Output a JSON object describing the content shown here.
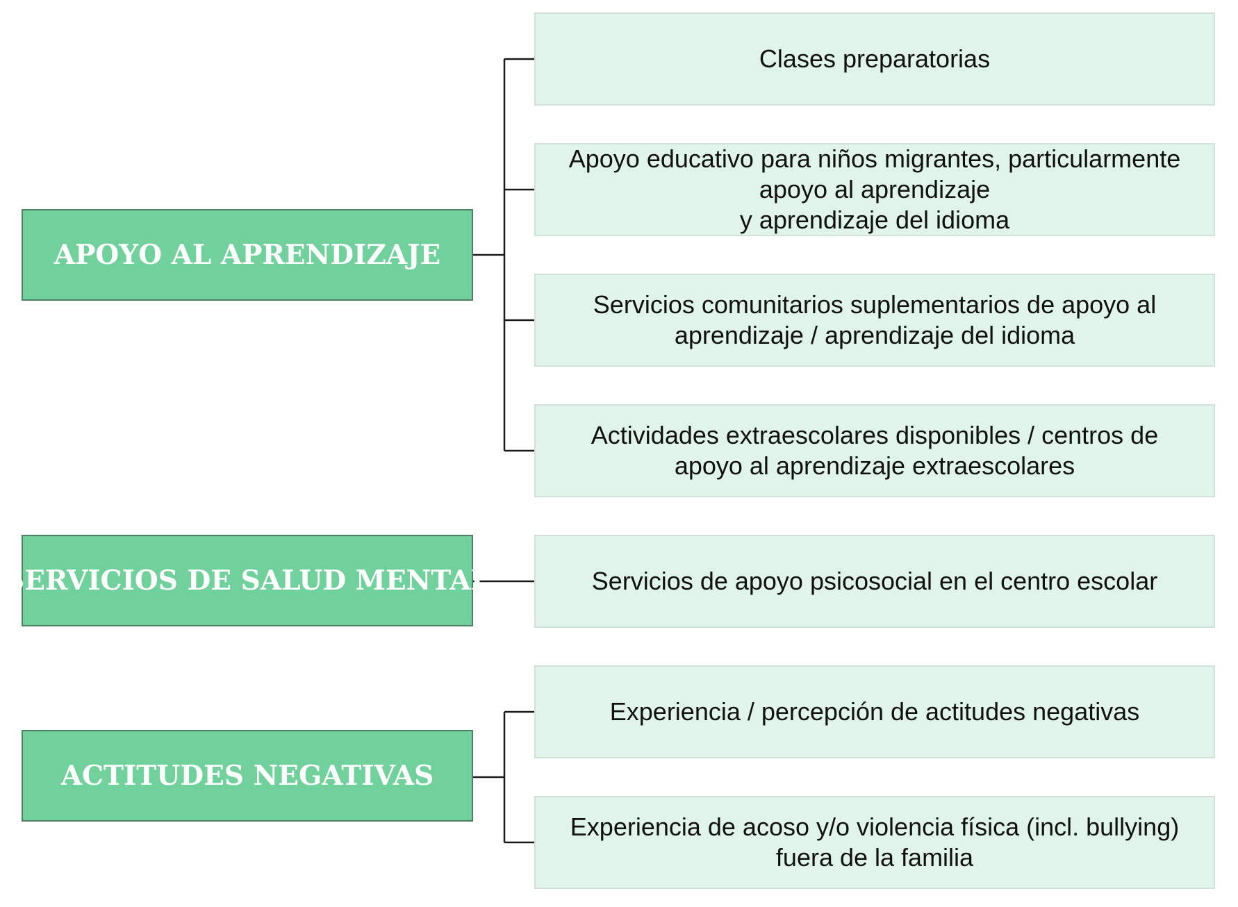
{
  "groups": [
    {
      "label": "APOYO AL APRENDIZAJE",
      "items": [
        "Clases preparatorias",
        "Apoyo educativo para niños migrantes, particularmente\napoyo al aprendizaje\ny aprendizaje del idioma",
        "Servicios comunitarios suplementarios de apoyo al\naprendizaje / aprendizaje del idioma",
        "Actividades extraescolares disponibles / centros de\napoyo al aprendizaje extraescolares"
      ]
    },
    {
      "label": "SERVICIOS DE SALUD MENTAL",
      "items": [
        "Servicios de apoyo psicosocial en el centro escolar"
      ]
    },
    {
      "label": "ACTITUDES NEGATIVAS",
      "items": [
        "Experiencia / percepción de actitudes negativas",
        "Experiencia de acoso y/o violencia física (incl. bullying)\nfuera de la familia"
      ]
    }
  ],
  "colors": {
    "category_fill": "#70d19c",
    "category_border": "#4e7f62",
    "item_fill": "#e1f4ea",
    "connector": "#1a1a1a"
  }
}
